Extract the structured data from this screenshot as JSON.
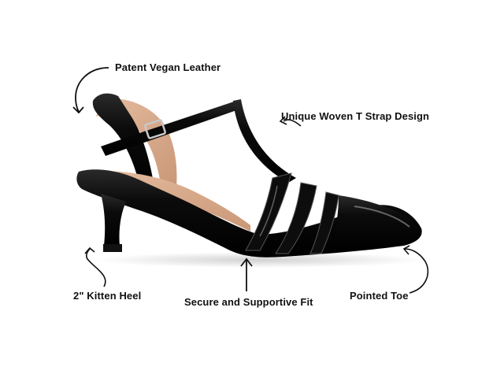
{
  "image": {
    "subject": "Black patent kitten-heel T-strap slingback pump, side profile",
    "background_color": "#ffffff",
    "colors": {
      "patent_black": "#0b0b0b",
      "highlight": "#6e6e6e",
      "lining_tan": "#d9a98a",
      "buckle_silver": "#c8c8c8",
      "annotation_ink": "#111111"
    }
  },
  "callouts": [
    {
      "id": "material",
      "text": "Patent Vegan Leather"
    },
    {
      "id": "strap",
      "text": "Unique Woven T Strap Design"
    },
    {
      "id": "heel",
      "text": "2\" Kitten Heel"
    },
    {
      "id": "fit",
      "text": "Secure and Supportive Fit"
    },
    {
      "id": "toe",
      "text": "Pointed Toe"
    }
  ]
}
